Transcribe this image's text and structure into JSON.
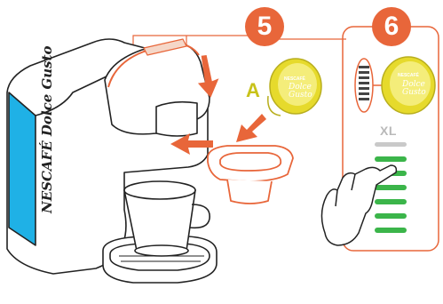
{
  "steps": {
    "step5_number": "5",
    "step6_number": "6"
  },
  "labels": {
    "capsule_label": "A",
    "size_label": "XL"
  },
  "machine": {
    "brand": "NESCAFÉ Dolce Gusto"
  },
  "capsule": {
    "line1": "NESCAFÉ",
    "line2": "Dolce",
    "line3": "Gusto"
  },
  "colors": {
    "accent": "#e8663a",
    "capsule_yellow": "#ece34a",
    "level_green": "#3bb54a",
    "water_blue": "#1fb1e6",
    "xl_gray": "#b9b9b9"
  },
  "icons": [
    "down-arrow-icon",
    "diagonal-arrow-icon",
    "left-arrow-icon",
    "finger-press-icon"
  ]
}
